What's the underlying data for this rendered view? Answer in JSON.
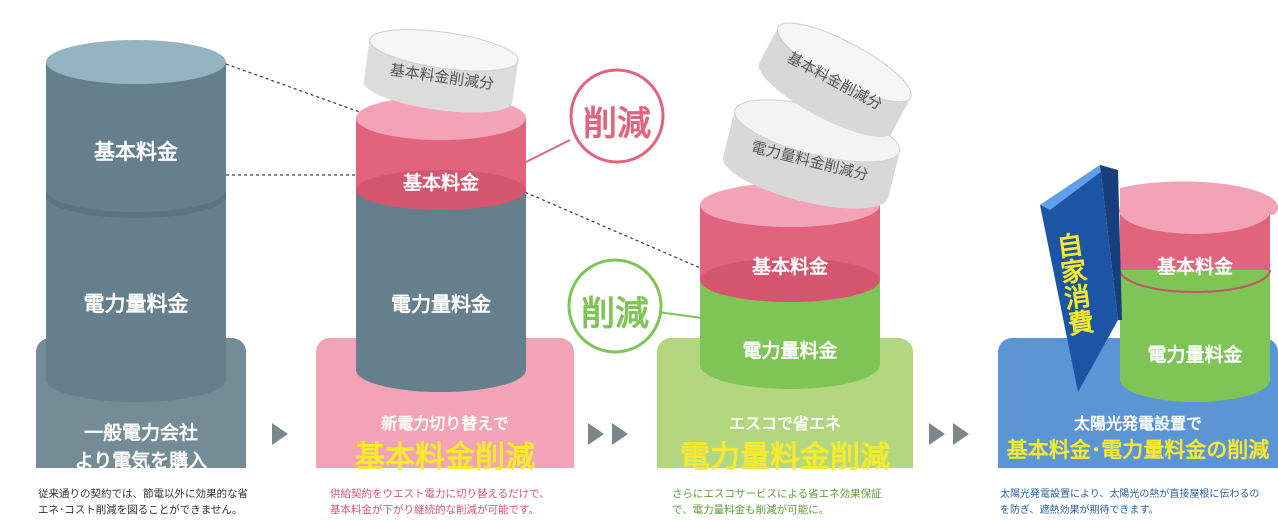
{
  "stage1": {
    "upper_label": "基本料金",
    "lower_label": "電力量料金",
    "title_line1": "一般電力会社",
    "title_line2": "より電気を購入",
    "caption_line1": "従来通りの契約では、節電以外に効果的な省",
    "caption_line2": "エネ･コスト削減を図ることができません。"
  },
  "stage2": {
    "disc_label": "基本料金削減分",
    "upper_label": "基本料金",
    "lower_label": "電力量料金",
    "badge": "削減",
    "subtitle": "新電力切り替えで",
    "title": "基本料金削減",
    "caption_line1": "供給契約をウエスト電力に切り替えるだけで、",
    "caption_line2": "基本料金が下がり継続的な削減が可能です。"
  },
  "stage3": {
    "disc1_label": "基本料金削減分",
    "disc2_label": "電力量料金削減分",
    "upper_label": "基本料金",
    "lower_label": "電力量料金",
    "badge": "削減",
    "subtitle": "エスコで省エネ",
    "title": "電力量料金削減",
    "caption_line1": "さらにエスコサービスによる省エネ効果保証",
    "caption_line2": "で、電力量料金も削減が可能に。"
  },
  "stage4": {
    "slice_label": "自家消費",
    "upper_label": "基本料金",
    "lower_label": "電力量料金",
    "subtitle": "太陽光発電設置で",
    "title": "基本料金･電力量料金の削減",
    "caption_line1": "太陽光発電設置により、太陽光の熱が直接屋根に伝わるの",
    "caption_line2": "を防ぎ、遮熱効果が期待できます。"
  },
  "colors": {
    "slate": "#6a8795",
    "pink": "#e0647e",
    "green": "#7fc456",
    "blue": "#3f79c7",
    "yellow": "#f7ea2e"
  }
}
